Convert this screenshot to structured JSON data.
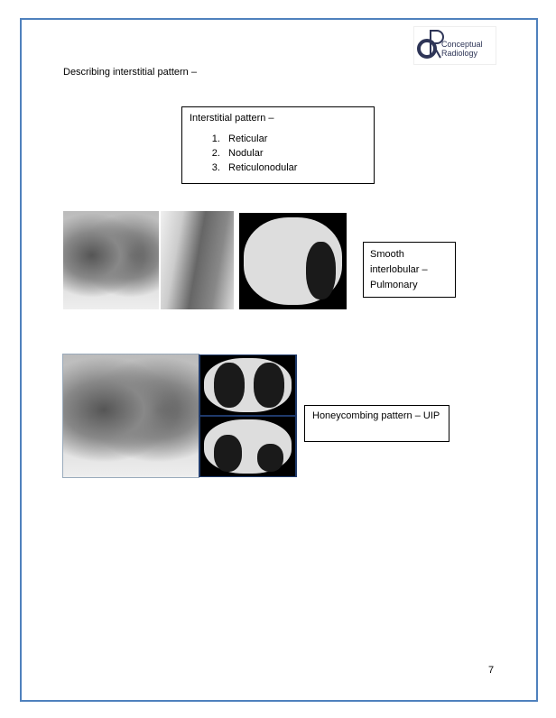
{
  "logo": {
    "text": "Conceptual Radiology",
    "mark": "CR"
  },
  "heading": "Describing interstitial pattern –",
  "pattern_box": {
    "title": "Interstitial pattern –",
    "items": [
      "Reticular",
      "Nodular",
      "Reticulonodular"
    ]
  },
  "caption1": {
    "lines": [
      "Smooth",
      "interlobular –",
      "Pulmonary"
    ]
  },
  "caption2": "Honeycombing pattern – UIP",
  "page_number": "7"
}
